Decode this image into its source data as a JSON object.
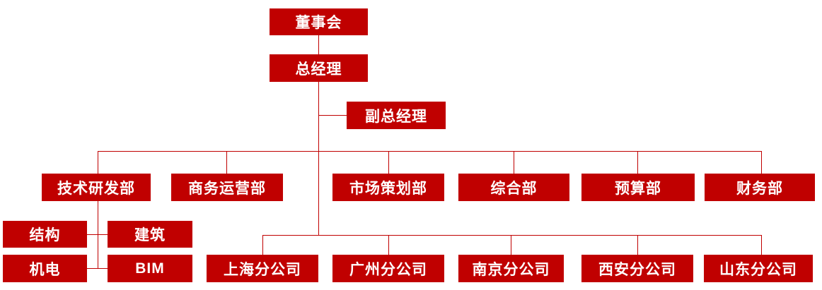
{
  "org_chart": {
    "type": "org-tree",
    "colors": {
      "node_fill": "#c00000",
      "node_text": "#ffffff",
      "connector": "#c00000",
      "background": "#ffffff"
    },
    "nodes": {
      "board": "董事会",
      "general_manager": "总经理",
      "deputy_general_manager": "副总经理",
      "dept_tech_rd": "技术研发部",
      "dept_business_ops": "商务运营部",
      "dept_marketing": "市场策划部",
      "dept_general": "综合部",
      "dept_budget": "预算部",
      "dept_finance": "财务部",
      "team_structure": "结构",
      "team_architecture": "建筑",
      "team_mep": "机电",
      "team_bim": "BIM",
      "branch_shanghai": "上海分公司",
      "branch_guangzhou": "广州分公司",
      "branch_nanjing": "南京分公司",
      "branch_xian": "西安分公司",
      "branch_shandong": "山东分公司"
    },
    "hierarchy": {
      "board": [
        "general_manager"
      ],
      "general_manager": [
        "deputy_general_manager",
        "dept_tech_rd",
        "dept_business_ops",
        "dept_marketing",
        "dept_general",
        "dept_budget",
        "dept_finance",
        "branch_shanghai",
        "branch_guangzhou",
        "branch_nanjing",
        "branch_xian",
        "branch_shandong"
      ],
      "dept_tech_rd": [
        "team_structure",
        "team_architecture",
        "team_mep",
        "team_bim"
      ]
    }
  }
}
